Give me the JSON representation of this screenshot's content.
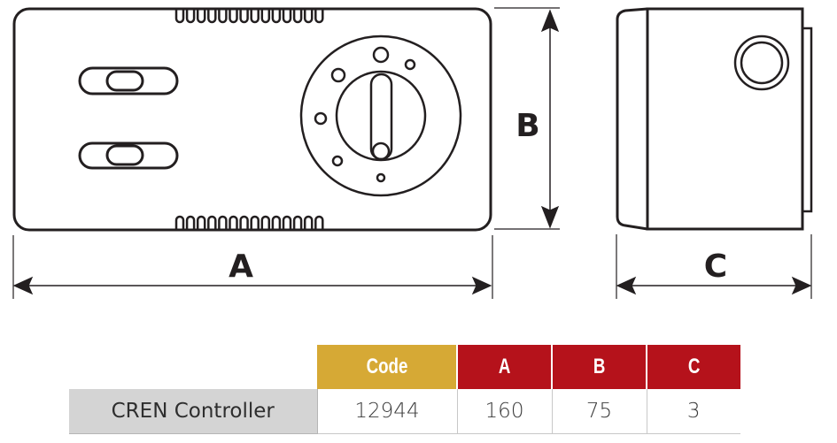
{
  "diagram": {
    "title": "CREN Controller dimension drawing",
    "front_view": {
      "top_vent_slot_count": 14,
      "bottom_vent_slot_count": 14,
      "slider_count": 2,
      "dial_marker_count": 6
    },
    "dimension_labels": {
      "width": "A",
      "height": "B",
      "depth": "C"
    }
  },
  "colors": {
    "line": "#231f20",
    "code_header": "#d6a935",
    "dimension_header": "#b5121b",
    "name_cell": "#d4d4d4"
  },
  "table": {
    "headers": [
      "Code",
      "A",
      "B",
      "C"
    ],
    "rows": [
      {
        "name": "CREN Controller",
        "values": [
          "12944",
          "160",
          "75",
          "3"
        ]
      }
    ]
  }
}
